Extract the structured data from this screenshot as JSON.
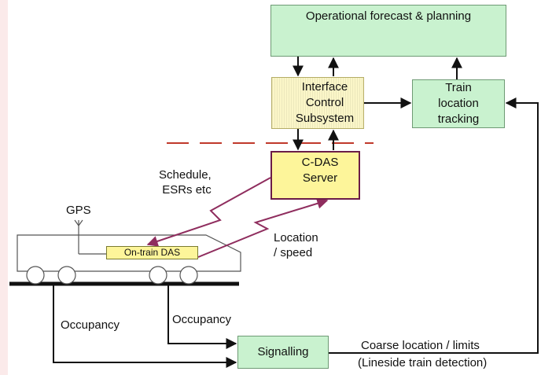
{
  "boxes": {
    "ops": "Operational forecast & planning",
    "ics": [
      "Interface",
      "Control",
      "Subsystem"
    ],
    "tracking": [
      "Train",
      "location",
      "tracking"
    ],
    "cdas": [
      "C-DAS",
      "Server"
    ],
    "signalling": "Signalling",
    "ontrain": "On-train DAS"
  },
  "labels": {
    "gps": "GPS",
    "schedule": [
      "Schedule,",
      "ESRs etc"
    ],
    "location": [
      "Location",
      "/ speed"
    ],
    "occupancy_left": "Occupancy",
    "occupancy_right": "Occupancy",
    "coarse": "Coarse location / limits",
    "lineside": "(Lineside train detection)"
  },
  "colors": {
    "green_box": "#c9f2cf",
    "yellow_box": "#fdf59a",
    "maroon_link": "#8f2d5e",
    "dashed_line": "#c0392b"
  }
}
